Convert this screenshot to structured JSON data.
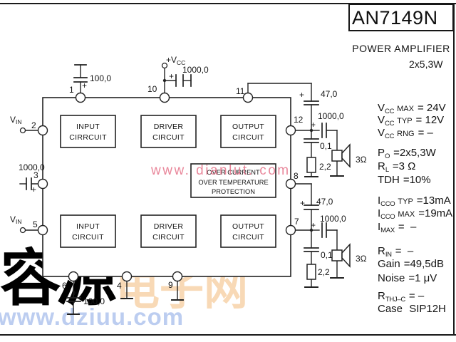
{
  "title": {
    "part": "AN7149N",
    "line1": "POWER AMPLIFIER",
    "line2": "2x5,3W"
  },
  "specs": [
    {
      "b": "V",
      "s": "CC",
      "c": "MAX",
      "v": "= 24V"
    },
    {
      "b": "V",
      "s": "CC",
      "c": "TYP",
      "v": "= 12V"
    },
    {
      "b": "V",
      "s": "CC",
      "c": "RNG",
      "v": "= –"
    },
    {
      "b": "P",
      "s": "O",
      "c": "",
      "v": "=2x5,3W"
    },
    {
      "b": "R",
      "s": "L",
      "c": "",
      "v": "=3 Ω"
    },
    {
      "b": "TDH",
      "s": "",
      "c": "",
      "v": "=10%"
    },
    {
      "b": "I",
      "s": "CCO",
      "c": "TYP",
      "v": "=13mA"
    },
    {
      "b": "I",
      "s": "CCO",
      "c": "MAX",
      "v": "=19mA"
    },
    {
      "b": "I",
      "s": "MAX",
      "c": "",
      "v": "=  –"
    },
    {
      "b": "R",
      "s": "IN",
      "c": "",
      "v": "=  –"
    },
    {
      "b": "Gain",
      "s": "",
      "c": "",
      "v": "=49,5dB"
    },
    {
      "b": "Noise",
      "s": "",
      "c": "",
      "v": "=1 μV"
    },
    {
      "b": "R",
      "s": "THJ–C",
      "c": "",
      "v": "= –"
    },
    {
      "b": "Case",
      "s": "",
      "c": "",
      "v": " SIP12H"
    }
  ],
  "blocks": {
    "input1": [
      "INPUT",
      "CIRRCUIT"
    ],
    "driver1": [
      "DRIVER",
      "CIRCUIT"
    ],
    "output1": [
      "OUTPUT",
      "CIRCUIT"
    ],
    "protection": [
      "OVER CURRENT",
      "OVER TEMPERATURE",
      "PROTECTION"
    ],
    "input2": [
      "INPUT",
      "CIRCUIT"
    ],
    "driver2": [
      "DRIVER",
      "CIRCUIT"
    ],
    "output2": [
      "OUTPUT",
      "CIRCUIT"
    ]
  },
  "pins": {
    "p1": "1",
    "p2": "2",
    "p3": "3",
    "p4": "4",
    "p5": "5",
    "p6": "6",
    "p7": "7",
    "p8": "8",
    "p9": "9",
    "p10": "10",
    "p11": "11",
    "p12": "12"
  },
  "labels": {
    "vin": "V",
    "vin_sub": "IN",
    "vcc": "+V",
    "vcc_sub": "CC",
    "plus": "+",
    "c_pin1": "100,0",
    "c_vcc": "1000,0",
    "c_in": "1000,0",
    "c_pin6": "100,0",
    "ch1": {
      "c_boot": "47,0",
      "c_out": "1000,0",
      "c_hf": "0,1",
      "r": "2,2",
      "load": "3Ω"
    },
    "ch2": {
      "c_boot": "47,0",
      "c_out": "1000,0",
      "c_hf": "0,1",
      "r": "2,2",
      "load": "3Ω"
    }
  },
  "watermarks": {
    "red": "www. dianlut. com",
    "cn_blue": "容源",
    "cn_orange": "电子网",
    "bottom": "www.dziuu.com"
  },
  "colors": {
    "line": "#222222",
    "red_watermark": "#e2607a",
    "blue_watermark": "#bccdf0",
    "orange_watermark": "#f8d9b6"
  }
}
